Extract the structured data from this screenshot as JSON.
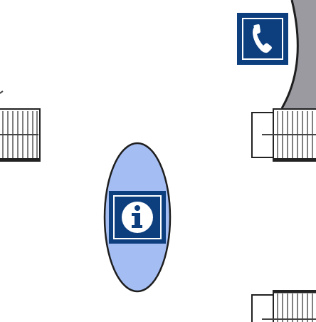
{
  "map": {
    "background_color": "#ffffff",
    "wall_color": "#9a9aa0",
    "stair_line_color": "#555555",
    "icon_fill_color": "#0d3f7f",
    "info_booth_fill_color": "#a4bdf2",
    "features": [
      {
        "kind": "telephone",
        "icon": "telephone-icon"
      },
      {
        "kind": "information",
        "icon": "info-icon"
      },
      {
        "kind": "stairs",
        "icon": "stairs-left"
      },
      {
        "kind": "stairs",
        "icon": "stairs-right-upper"
      },
      {
        "kind": "stairs",
        "icon": "stairs-right-lower"
      }
    ]
  }
}
